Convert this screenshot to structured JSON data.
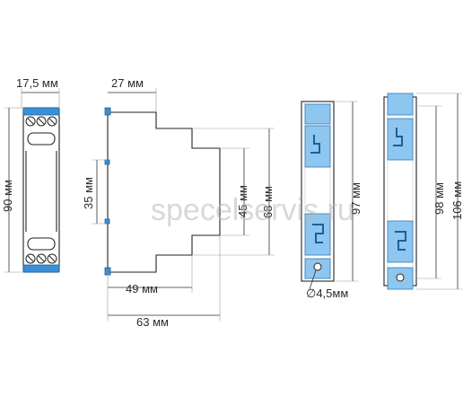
{
  "colors": {
    "accent": "#3a8fd6",
    "accent_light": "#8ec6ef",
    "line": "#222222",
    "watermark": "#b8b8b8"
  },
  "watermark": "specelservis.ru",
  "front_view": {
    "width_label": "17,5 мм",
    "height_label": "90 мм"
  },
  "side_view": {
    "depth_top_label": "27 мм",
    "rail_label": "35 мм",
    "step_label": "45 мм",
    "height_label": "68 мм",
    "depth_mid_label": "49 мм",
    "depth_total_label": "63 мм"
  },
  "mount_views": {
    "left_height_label": "97 мм",
    "right_inner_label": "98 мм",
    "right_outer_label": "106 мм",
    "hole_label": "∅4,5мм"
  }
}
